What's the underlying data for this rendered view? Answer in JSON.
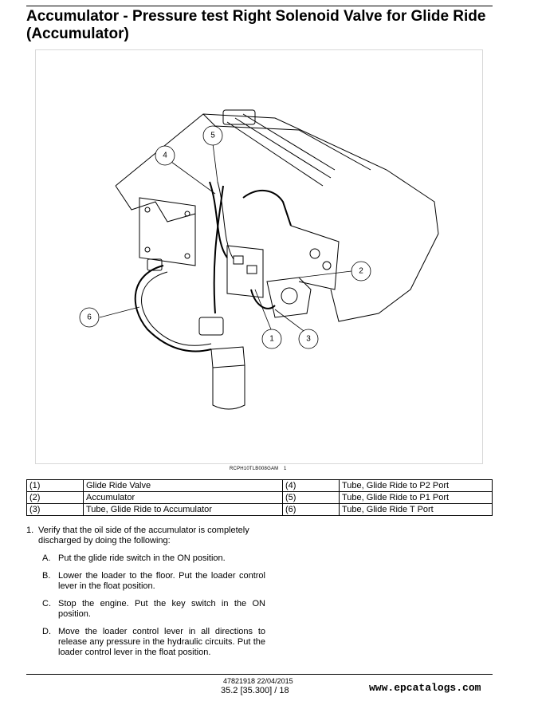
{
  "title": "Accumulator - Pressure test Right Solenoid Valve for Glide Ride (Accumulator)",
  "figure": {
    "image_id": "RCPH10TLB008GAM",
    "number": "1",
    "callouts": [
      "1",
      "2",
      "3",
      "4",
      "5",
      "6"
    ]
  },
  "legend": [
    {
      "n1": "(1)",
      "d1": "Glide Ride Valve",
      "n2": "(4)",
      "d2": "Tube, Glide Ride to P2 Port"
    },
    {
      "n1": "(2)",
      "d1": "Accumulator",
      "n2": "(5)",
      "d2": "Tube, Glide Ride to P1 Port"
    },
    {
      "n1": "(3)",
      "d1": "Tube, Glide Ride to Accumulator",
      "n2": "(6)",
      "d2": "Tube, Glide Ride T Port"
    }
  ],
  "steps": {
    "num": "1.",
    "text": "Verify that the oil side of the accumulator is completely discharged by doing the following:",
    "sub": [
      {
        "letter": "A.",
        "text": "Put the glide ride switch in the ON position."
      },
      {
        "letter": "B.",
        "text": "Lower the loader to the floor. Put the loader control lever in the float position."
      },
      {
        "letter": "C.",
        "text": "Stop the engine.  Put the key switch in the ON position."
      },
      {
        "letter": "D.",
        "text": "Move the loader control lever in all directions to release any pressure in the hydraulic circuits. Put the loader control lever in the float position."
      }
    ]
  },
  "footer": {
    "doc_id": "47821918 22/04/2015",
    "page_ref": "35.2 [35.300] / 18",
    "site": "www.epcatalogs.com"
  }
}
